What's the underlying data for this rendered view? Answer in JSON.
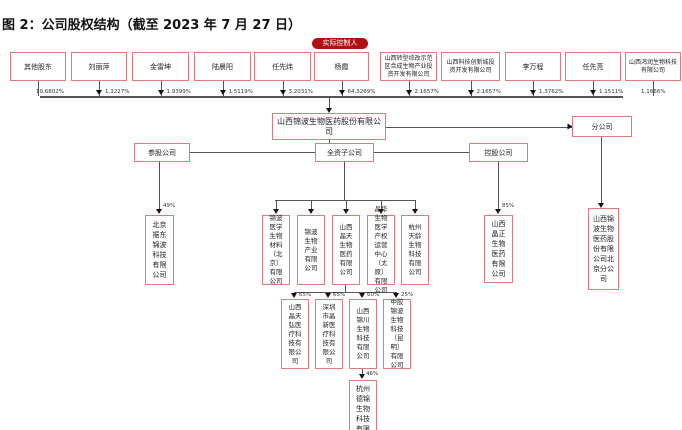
{
  "title": "图 2：公司股权结构（截至 2023 年 7 月 27 日）",
  "controller_badge": "实际控制人",
  "shareholders": [
    {
      "name": "其他股东",
      "pct": "19.6802%"
    },
    {
      "name": "刘丽萍",
      "pct": "1.3227%"
    },
    {
      "name": "金雷坤",
      "pct": "1.9399%"
    },
    {
      "name": "陆晨阳",
      "pct": "1.5119%"
    },
    {
      "name": "任先炜",
      "pct": "3.2031%"
    },
    {
      "name": "杨霞",
      "pct": "64.3269%"
    },
    {
      "name": "山西转型综改示范区合成生物产业投资开发有限公司",
      "pct": "2.1657%"
    },
    {
      "name": "山西科技创新城投资开发有限公司",
      "pct": "2.1657%"
    },
    {
      "name": "李万程",
      "pct": "1.3762%"
    },
    {
      "name": "任先亮",
      "pct": "1.1511%"
    },
    {
      "name": "山西鸿润生物科技有限公司",
      "pct": "1.1666%"
    }
  ],
  "company": "山西锦波生物医药股份有限公司",
  "branch_label": "分公司",
  "branch": "山西锦波生物医药股份有限公司北京分公司",
  "categories": {
    "associate": "参股公司",
    "wholly_owned": "全资子公司",
    "holding": "控股公司"
  },
  "associate": {
    "name": "北京振东锦波科技有限公司",
    "pct": "49%"
  },
  "wholly_owned": [
    "锦波医学生物材料（北京）有限公司",
    "锦波生物产业有限公司",
    "山西晶天生物医药有限公司",
    "晶华生物医学产权运营中心（太原）有限公司",
    "杭州天龄生物科技有限公司"
  ],
  "jingtian_subs": [
    {
      "name": "山西晶天弘医疗科技有限公司",
      "pct": "65%"
    },
    {
      "name": "深圳市晶新医疗科技有限公司",
      "pct": "65%"
    },
    {
      "name": "山西锦川生物科技有限公司",
      "pct": "60%"
    },
    {
      "name": "中胶锦波生物科技（昆明）有限公司",
      "pct": "25%"
    }
  ],
  "jinchuan_sub": {
    "name": "杭州德锦生物科技有限",
    "pct": "46%"
  },
  "holding": {
    "name": "山西晶正生物医药有限公司",
    "pct": "85%"
  }
}
